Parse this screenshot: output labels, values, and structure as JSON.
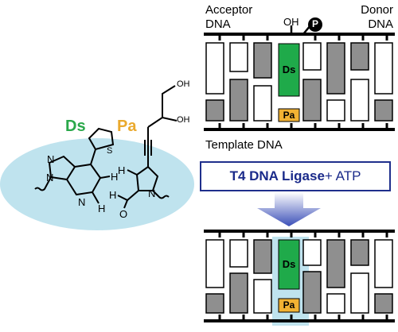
{
  "colors": {
    "ds_green": "#1faa4a",
    "pa_orange": "#f2b233",
    "ds_label": "#2aa84a",
    "pa_label": "#eaa92d",
    "ellipse": "#bfe3ee",
    "arrow": "#3b4fb8",
    "base_gray": "#8f8f8f",
    "base_white": "#ffffff"
  },
  "molecule": {
    "ds_label": "Ds",
    "pa_label": "Pa",
    "atoms": {
      "ds_n1": "N",
      "ds_n2": "N",
      "ds_n3": "N",
      "ds_h1": "H",
      "ds_h2": "H",
      "ds_s": "S",
      "pa_h": "H",
      "pa_n": "N",
      "pa_o": "O",
      "pa_h2": "H",
      "oh1": "OH",
      "oh2": "OH"
    }
  },
  "top_panel": {
    "acceptor_label_line1": "Acceptor",
    "acceptor_label_line2": "DNA",
    "donor_label_line1": "Donor",
    "donor_label_line2": "DNA",
    "oh_label": "OH",
    "phosphate_label": "P",
    "ds_base": "Ds",
    "pa_base": "Pa",
    "template_label": "Template DNA"
  },
  "ligase": {
    "enzyme": "T4 DNA Ligase",
    "plus_atp": "+ ATP"
  },
  "bottom_panel": {
    "ds_base": "Ds",
    "pa_base": "Pa"
  }
}
